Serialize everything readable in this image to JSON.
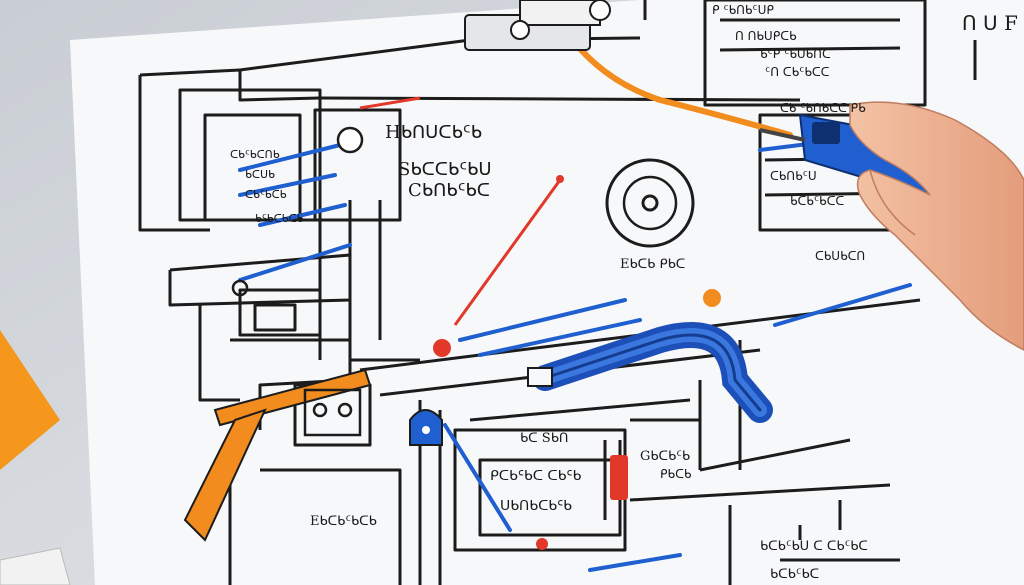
{
  "scene": {
    "description_free": true,
    "colors": {
      "background": "#d9dde2",
      "paper": "#f7f8fa",
      "ink": "#1c1c1c",
      "accent_blue": "#1f5fd0",
      "accent_orange": "#f28c1e",
      "accent_red": "#e2382a",
      "skin": "#f0b595"
    },
    "labels": {
      "corner_mark": "ᑎ ᑌ F",
      "top_box_1": "ᑭ ᑦᑲᑎᑲᑦᑌᑭ",
      "top_box_2": "ᑎ ᑎᑲᑌᑭᑕᑲ",
      "top_box_3": "ᑲᑦᑭ ᑦᑲᑌᑲᑎᑕ",
      "top_box_4": "ᑦᑎ ᑕᑲᑦᑲᑕᑕ",
      "right_label_1": "ᑕᑲ ᑦᑲᑎᑲᑕᑕ ᑭᑲ",
      "right_label_2": "ᑕᑲᑎᑲᑦᑌ",
      "right_label_3": "ᑲᑕᑲᑦᑲᑕᑕ",
      "right_label_4": "ᑕᑲᑌᑲᑕᑎ",
      "left_label_1": "ᑕᑲᑦᑲᑕᑎᑲ",
      "left_label_2": "ᑲᑕᑌᑲ",
      "left_label_3": "ᑕᑲᑦᑲᑕᑲ",
      "left_label_4": "ᑲᑦᑲᑕᑲᑕᑲ",
      "heading_1": "Hᑲᑎᑌᑕᑲᑦᑲ",
      "heading_2": "Sᑲᑕᑕᑲᑦᑲᑌ",
      "heading_3": "Cᑲᑎᑲᑦᑲᑕ",
      "center_label": "Eᑲᑕᑲ ᑭᑲᑕ",
      "mid_label_1": "ᑲᑕ Sᑲᑎ",
      "mid_label_2": "ᑭᑕᑲᑦᑲᑕ ᑕᑲᑦᑲ",
      "mid_label_3": "ᑌᑲᑎᑲᑕᑲᑦᑲ",
      "mid_label_4": "Gᑲᑕᑲᑦᑲ",
      "mid_label_5": "ᑭᑲᑕᑲ",
      "bottom_label_1": "Eᑲᑕᑲᑦᑲᑕᑲ",
      "bottom_label_2": "ᑲᑕᑲᑦᑲᑌ ᑕ ᑕᑲᑦᑲᑕ",
      "bottom_label_3": "ᑲᑕᑲᑦᑲᑕ"
    }
  }
}
